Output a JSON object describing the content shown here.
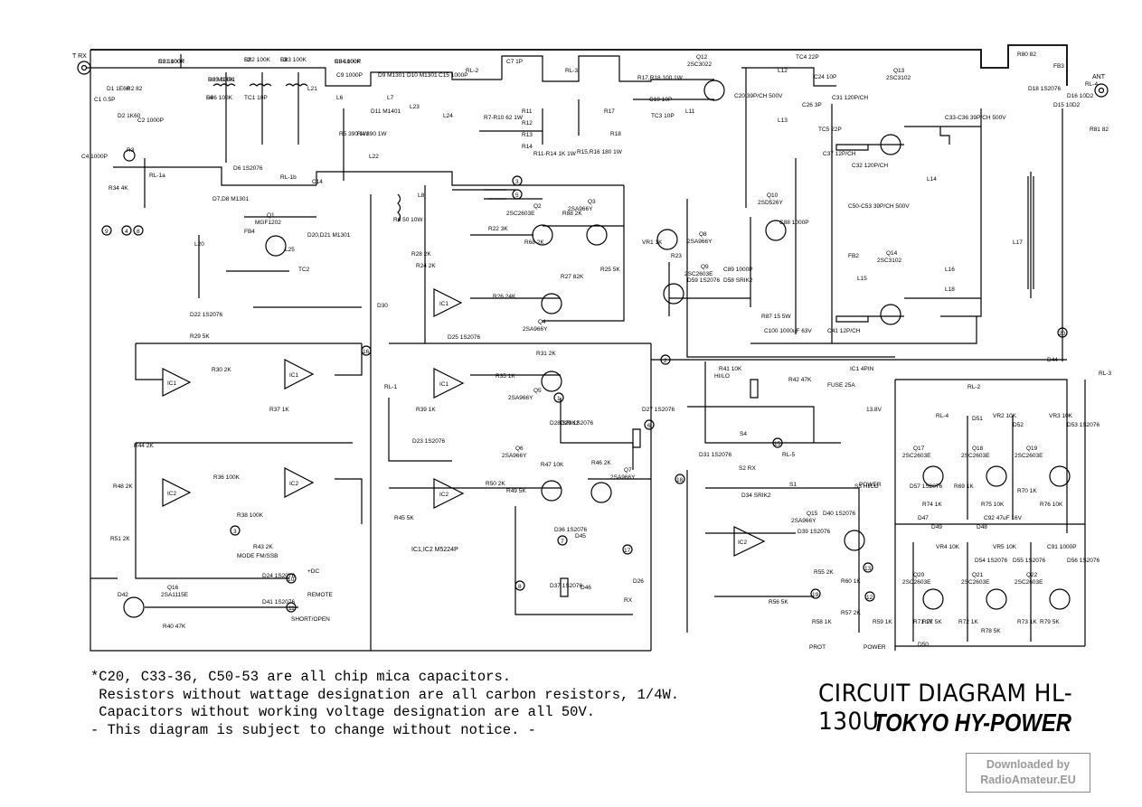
{
  "document": {
    "title": "CIRCUIT DIAGRAM HL-130U",
    "manufacturer": "TOKYO HY-POWER",
    "notes": [
      "*C20, C33-36, C50-53 are all chip mica capacitors.",
      " Resistors without wattage designation are all carbon resistors, 1/4W.",
      " Capacitors without working voltage designation are all 50V.",
      "- This diagram is subject to change without notice. -"
    ],
    "stamp": [
      "Downloaded by",
      "RadioAmateur.EU"
    ]
  },
  "connectors": {
    "t_rx": "T RX",
    "ant": "ANT",
    "dc_plus": "+DC",
    "remote": "REMOTE",
    "short_open": "SHORT/OPEN",
    "dc_supply": "13.8V",
    "power": "POWER",
    "mode": "MODE FM/SSB",
    "hi_lo": "HI/LO",
    "fuse": "FUSE 25A",
    "ic1_4pin": "IC1 4PIN",
    "prot": "PROT",
    "rx": "RX"
  },
  "ics": {
    "ic1": "IC1",
    "ic2": "IC2",
    "ic_part": "IC1,IC2 M5224P"
  },
  "transistors": [
    {
      "ref": "Q1",
      "part": "MGF1202"
    },
    {
      "ref": "Q2",
      "part": "2SC2603E"
    },
    {
      "ref": "Q3",
      "part": "2SA966Y"
    },
    {
      "ref": "Q4",
      "part": "2SA966Y"
    },
    {
      "ref": "Q5",
      "part": "2SA966Y"
    },
    {
      "ref": "Q6",
      "part": "2SA966Y"
    },
    {
      "ref": "Q7",
      "part": "2SA966Y"
    },
    {
      "ref": "Q8",
      "part": "2SA966Y"
    },
    {
      "ref": "Q9",
      "part": "2SC2603E"
    },
    {
      "ref": "Q10",
      "part": "2SD526Y"
    },
    {
      "ref": "Q12",
      "part": "2SC3022"
    },
    {
      "ref": "Q13",
      "part": "2SC3102"
    },
    {
      "ref": "Q14",
      "part": "2SC3102"
    },
    {
      "ref": "Q15",
      "part": "2SA966Y"
    },
    {
      "ref": "Q16",
      "part": "2SA1115E"
    },
    {
      "ref": "Q17",
      "part": "2SC2603E"
    },
    {
      "ref": "Q18",
      "part": "2SC2603E"
    },
    {
      "ref": "Q19",
      "part": "2SC2603E"
    },
    {
      "ref": "Q20",
      "part": "2SC2603E"
    },
    {
      "ref": "Q21",
      "part": "2SC2603E"
    },
    {
      "ref": "Q22",
      "part": "2SC2603E"
    }
  ],
  "labels": [
    {
      "text": "C3 1000P"
    },
    {
      "text": "L2"
    },
    {
      "text": "L3"
    },
    {
      "text": "C8 1000P"
    },
    {
      "text": "D3 M1401"
    },
    {
      "text": "L4"
    },
    {
      "text": "TC1 10P"
    },
    {
      "text": "L21"
    },
    {
      "text": "C1 0.5P"
    },
    {
      "text": "D1 1E60"
    },
    {
      "text": "R2 82"
    },
    {
      "text": "D2 1K60"
    },
    {
      "text": "C2 1000P"
    },
    {
      "text": "R3"
    },
    {
      "text": "C4 1000P"
    },
    {
      "text": "R34 4K"
    },
    {
      "text": "D6 1S2076"
    },
    {
      "text": "RL-1a"
    },
    {
      "text": "RL-1b"
    },
    {
      "text": "C14"
    },
    {
      "text": "D7,D8 M1301"
    },
    {
      "text": "FB4"
    },
    {
      "text": "L25"
    },
    {
      "text": "L20"
    },
    {
      "text": "D20,D21 M1301"
    },
    {
      "text": "D22 1S2076"
    },
    {
      "text": "TC2"
    },
    {
      "text": "C9 1000P"
    },
    {
      "text": "L6"
    },
    {
      "text": "D9 M1301"
    },
    {
      "text": "D10 M1301"
    },
    {
      "text": "C15 1000P"
    },
    {
      "text": "L7"
    },
    {
      "text": "L23"
    },
    {
      "text": "L24"
    },
    {
      "text": "L22"
    },
    {
      "text": "D11 M1401"
    },
    {
      "text": "R5 390 1W"
    },
    {
      "text": "R4 390 1W"
    },
    {
      "text": "L8"
    },
    {
      "text": "R6 50 10W"
    },
    {
      "text": "RL-2"
    },
    {
      "text": "RL-3"
    },
    {
      "text": "C7 1P"
    },
    {
      "text": "R7-R10 62 1W"
    },
    {
      "text": "R11"
    },
    {
      "text": "R12"
    },
    {
      "text": "R13"
    },
    {
      "text": "R14"
    },
    {
      "text": "R11-R14 1K 1W"
    },
    {
      "text": "R15,R16 180 1W"
    },
    {
      "text": "R17"
    },
    {
      "text": "R18"
    },
    {
      "text": "R17,R18 100 1W"
    },
    {
      "text": "C19 10P"
    },
    {
      "text": "TC3 10P"
    },
    {
      "text": "L11"
    },
    {
      "text": "C20 39P/CH 500V"
    },
    {
      "text": "L12"
    },
    {
      "text": "TC4 22P"
    },
    {
      "text": "C24 10P"
    },
    {
      "text": "C26 3P"
    },
    {
      "text": "L13"
    },
    {
      "text": "TC5 22P"
    },
    {
      "text": "C31 120P/CH"
    },
    {
      "text": "C33-C36 39P/CH 500V"
    },
    {
      "text": "C37 12P/CH"
    },
    {
      "text": "C32 120P/CH"
    },
    {
      "text": "L14"
    },
    {
      "text": "L15"
    },
    {
      "text": "L16"
    },
    {
      "text": "L17"
    },
    {
      "text": "L18"
    },
    {
      "text": "C41 12P/CH"
    },
    {
      "text": "C50-C53 39P/CH 500V"
    },
    {
      "text": "FB2"
    },
    {
      "text": "FB3"
    },
    {
      "text": "D15 10D2"
    },
    {
      "text": "D16 10D2"
    },
    {
      "text": "D18 1S2076"
    },
    {
      "text": "RL-4"
    },
    {
      "text": "R80 82"
    },
    {
      "text": "R81 82"
    },
    {
      "text": "C88 1000P"
    },
    {
      "text": "C89 1000P"
    },
    {
      "text": "R87 15 5W"
    },
    {
      "text": "C100 1000uF 63V"
    },
    {
      "text": "D58 SRIK2"
    },
    {
      "text": "D59 1S2076"
    },
    {
      "text": "VR1 1K"
    },
    {
      "text": "R23"
    },
    {
      "text": "R22 3K"
    },
    {
      "text": "R88 2K"
    },
    {
      "text": "R68 2K"
    },
    {
      "text": "R27 82K"
    },
    {
      "text": "R25 5K"
    },
    {
      "text": "R26 24K"
    },
    {
      "text": "R28 2K"
    },
    {
      "text": "R24 2K"
    },
    {
      "text": "R29 5K"
    },
    {
      "text": "R30 2K"
    },
    {
      "text": "R31 2K"
    },
    {
      "text": "R35 1K"
    },
    {
      "text": "D23 1S2076"
    },
    {
      "text": "R50 2K"
    },
    {
      "text": "R49 5K"
    },
    {
      "text": "R47 10K"
    },
    {
      "text": "R45 5K"
    },
    {
      "text": "R46 2K"
    },
    {
      "text": "R44 2K"
    },
    {
      "text": "R48 2K"
    },
    {
      "text": "R51 2K"
    },
    {
      "text": "R38 100K"
    },
    {
      "text": "R36 100K"
    },
    {
      "text": "R37 1K"
    },
    {
      "text": "R39 1K"
    },
    {
      "text": "D25 1S2076"
    },
    {
      "text": "D24 1S2076"
    },
    {
      "text": "D41 1S2076"
    },
    {
      "text": "D42"
    },
    {
      "text": "R40 47K"
    },
    {
      "text": "R41 10K"
    },
    {
      "text": "R42 47K"
    },
    {
      "text": "R43 2K"
    },
    {
      "text": "S3 HI/LO"
    },
    {
      "text": "RL-5"
    },
    {
      "text": "S4"
    },
    {
      "text": "S1"
    },
    {
      "text": "S2 RX"
    },
    {
      "text": "D34 SRIK2"
    },
    {
      "text": "D39 1S2076"
    },
    {
      "text": "D40 1S2076"
    },
    {
      "text": "R60 1K"
    },
    {
      "text": "R55 2K"
    },
    {
      "text": "R56 5K"
    },
    {
      "text": "R57 2K"
    },
    {
      "text": "R58 1K"
    },
    {
      "text": "R59 1K"
    },
    {
      "text": "D36 1S2076"
    },
    {
      "text": "D37 1S2076"
    },
    {
      "text": "D45"
    },
    {
      "text": "D46"
    },
    {
      "text": "D26"
    },
    {
      "text": "D27 1S2076"
    },
    {
      "text": "D28 SRIK2"
    },
    {
      "text": "D29 1S2076"
    },
    {
      "text": "D44"
    },
    {
      "text": "D31 1S2076"
    },
    {
      "text": "D30"
    },
    {
      "text": "RL-1"
    },
    {
      "text": "RL-2"
    },
    {
      "text": "RL-3"
    },
    {
      "text": "RL-4"
    },
    {
      "text": "VR2 10K"
    },
    {
      "text": "VR3 10K"
    },
    {
      "text": "VR4 10K"
    },
    {
      "text": "VR5 10K"
    },
    {
      "text": "C91 1000P"
    },
    {
      "text": "C92 47uF 16V"
    },
    {
      "text": "D47"
    },
    {
      "text": "D48"
    },
    {
      "text": "D49"
    },
    {
      "text": "D50"
    },
    {
      "text": "D51"
    },
    {
      "text": "D52"
    },
    {
      "text": "D53 1S2076"
    },
    {
      "text": "D54 1S2076"
    },
    {
      "text": "D55 1S2076"
    },
    {
      "text": "D56 1S2076"
    },
    {
      "text": "D57 1S2076"
    },
    {
      "text": "R69 1K"
    },
    {
      "text": "R70 1K"
    },
    {
      "text": "R71 1K"
    },
    {
      "text": "R72 1K"
    },
    {
      "text": "R73 1K"
    },
    {
      "text": "R74 1K"
    },
    {
      "text": "R75 10K"
    },
    {
      "text": "R76 10K"
    },
    {
      "text": "R77 5K"
    },
    {
      "text": "R78 5K"
    },
    {
      "text": "R79 5K"
    },
    {
      "text": "R81 100K"
    },
    {
      "text": "R82 100K"
    },
    {
      "text": "R83 100K"
    },
    {
      "text": "R84 100K"
    },
    {
      "text": "R85 100K"
    },
    {
      "text": "R86 100K"
    }
  ],
  "nodes": [
    "1",
    "2",
    "3",
    "4",
    "5",
    "6",
    "7",
    "8",
    "9",
    "10",
    "11",
    "12",
    "13",
    "14",
    "15",
    "16",
    "17",
    "18",
    "19",
    "20"
  ]
}
